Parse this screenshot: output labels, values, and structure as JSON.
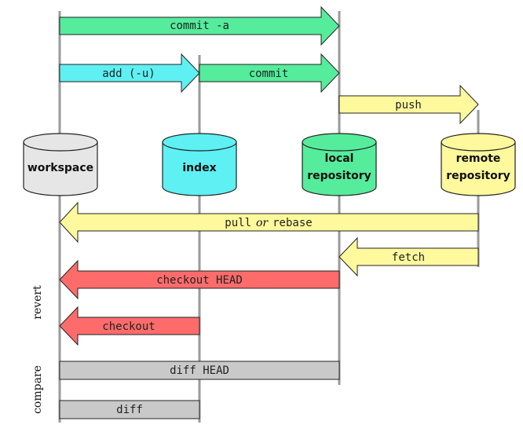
{
  "stores": {
    "workspace": "workspace",
    "index": "index",
    "local_1": "local",
    "local_2": "repository",
    "remote_1": "remote",
    "remote_2": "repository"
  },
  "commands": {
    "commit_a": "commit -a",
    "add_u": "add (-u)",
    "commit": "commit",
    "push": "push",
    "pull_or_rebase": {
      "a": "pull",
      "b": "or",
      "c": "rebase"
    },
    "fetch": "fetch",
    "checkout_head": "checkout HEAD",
    "checkout": "checkout",
    "diff_head": "diff HEAD",
    "diff": "diff"
  },
  "side_labels": {
    "revert": "revert",
    "compare": "compare"
  },
  "colors": {
    "green": "#55ec9c",
    "cyan": "#5ef0f2",
    "yellow": "#fdf99c",
    "red": "#fd6b6b",
    "gray": "#c9c9c9",
    "cyl_workspace": "#e6e6e6",
    "cyl_index": "#5ef0f2",
    "cyl_local": "#55ec9c",
    "cyl_remote": "#fdf99c",
    "lifeline": "#9a9a9a"
  }
}
